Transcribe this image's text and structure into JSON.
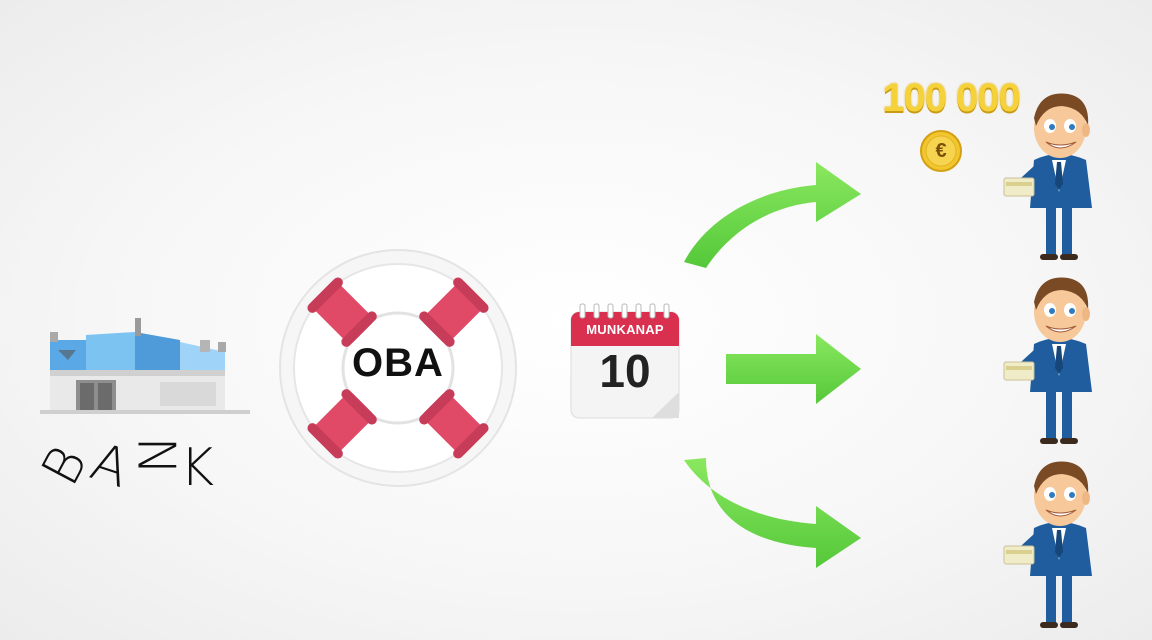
{
  "bank": {
    "label_letters": [
      "B",
      "A",
      "N",
      "K"
    ]
  },
  "lifebuoy": {
    "label": "OBA"
  },
  "calendar": {
    "title": "MUNKANAP",
    "day": "10"
  },
  "payout": {
    "amount": "100 000",
    "currency_symbol": "€"
  },
  "colors": {
    "arrow_green": "#6fd94a",
    "lifebuoy_red": "#e04a67",
    "calendar_red": "#d9304f",
    "coin_gold": "#f2c62d",
    "suit_blue": "#1f5d9e"
  },
  "recipients": [
    {
      "id": "customer-1"
    },
    {
      "id": "customer-2"
    },
    {
      "id": "customer-3"
    }
  ]
}
